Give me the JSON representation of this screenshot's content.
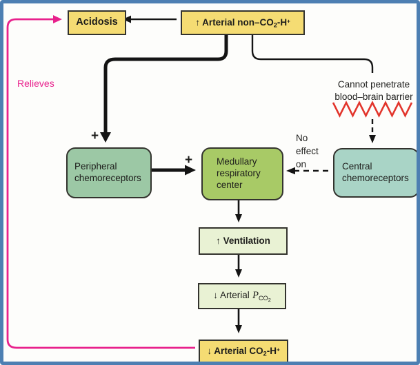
{
  "figure": {
    "boxes": {
      "acidosis": {
        "label": "Acidosis"
      },
      "arterial_high": {
        "main": "↑ Arterial non–CO",
        "sub": "2",
        "mid": "-H",
        "sup": "+"
      },
      "peripheral": {
        "label": "Peripheral chemoreceptors"
      },
      "medullary": {
        "label": "Medullary respiratory center"
      },
      "central": {
        "label": "Central chemoreceptors"
      },
      "ventilation": {
        "label": "↑ Ventilation"
      },
      "pco2": {
        "main": "↓ Arterial",
        "symbol": "P",
        "sub": "CO",
        "sub2": "2"
      },
      "arterial_low": {
        "main": "↓ Arterial CO",
        "sub": "2",
        "mid": "-H",
        "sup": "+"
      }
    },
    "labels": {
      "relieves": "Relieves",
      "cannot_penetrate": {
        "line1": "Cannot penetrate",
        "line2": "blood–brain barrier"
      },
      "no_effect": {
        "line1": "No",
        "line2": "effect",
        "line3": "on"
      },
      "plus_peripheral": "+",
      "plus_medullary": "+"
    },
    "colors": {
      "frame_border": "#4d7fb2",
      "yellow_box": "#f5dc73",
      "pale_green_box": "#e9f2d4",
      "peripheral_green": "#9cc8a5",
      "medullary_green": "#a8ca66",
      "central_teal": "#a9d4c6",
      "feedback_pink": "#e8218c",
      "barrier_red": "#e2342b",
      "line_black": "#141414"
    }
  }
}
